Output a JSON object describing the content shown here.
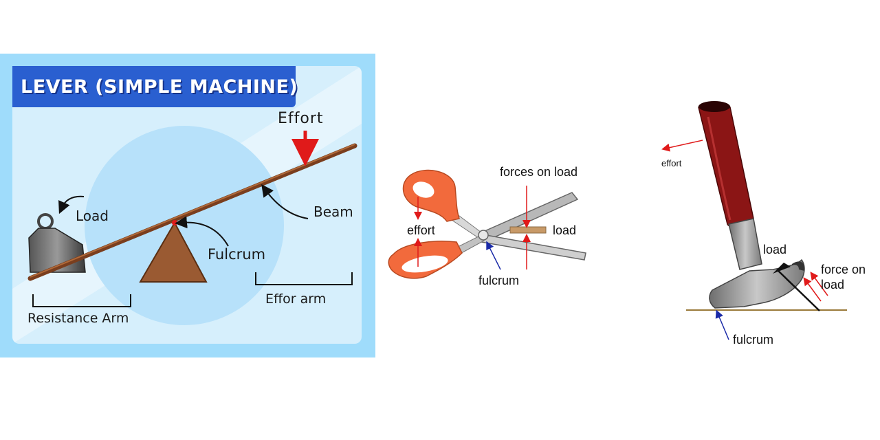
{
  "lever": {
    "title": "LEVER (SIMPLE MACHINE)",
    "effort": "Effort",
    "load": "Load",
    "beam": "Beam",
    "fulcrum": "Fulcrum",
    "resistance_arm": "Resistance Arm",
    "effort_arm": "Effor arm"
  },
  "scissors": {
    "forces_on_load": "forces on load",
    "effort": "effort",
    "load": "load",
    "fulcrum": "fulcrum"
  },
  "hammer": {
    "effort": "effort",
    "load": "load",
    "force_on_load": [
      "force on",
      "load"
    ],
    "fulcrum": "fulcrum"
  },
  "colors": {
    "panel_border": "#9fdcfb",
    "panel_bg": "#d6effc",
    "title_bar": "#2a5fd0",
    "arrow_red": "#e01a1a",
    "arrow_blue": "#1a2aa8",
    "scissors_handle": "#f26a3c",
    "hammer_handle": "#8b1515"
  },
  "icons": [
    "weight-icon",
    "fulcrum-triangle-icon",
    "scissors-icon",
    "hammer-icon",
    "nail-icon"
  ]
}
